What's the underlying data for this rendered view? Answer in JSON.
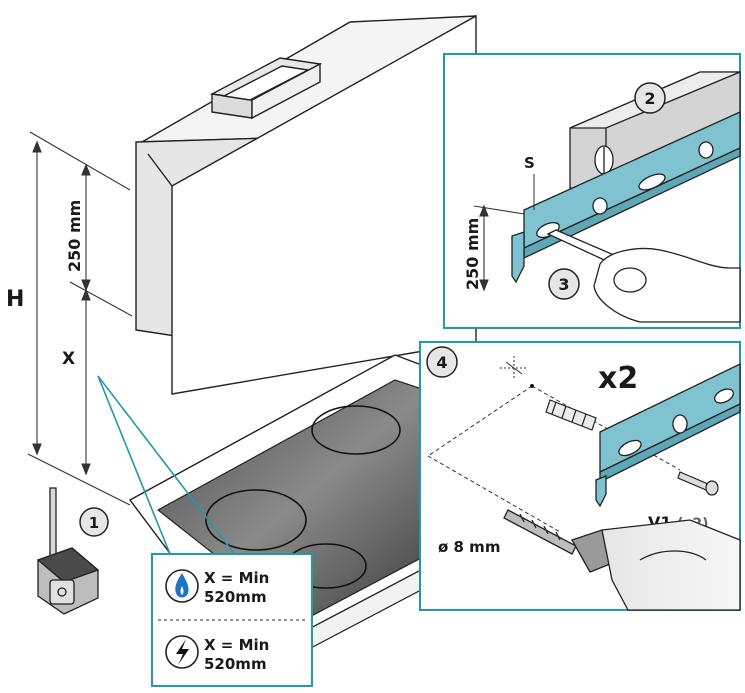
{
  "dimensions": {
    "height_label": "H",
    "x_label": "X",
    "hood_gap": "250 mm",
    "detail_gap": "250 mm",
    "s_label": "S"
  },
  "steps": {
    "s1": "1",
    "s2": "2",
    "s3": "3",
    "s4": "4"
  },
  "detail_four": {
    "multiplier": "x2",
    "screw_label": "V1",
    "screw_qty": "(x2)",
    "drill_diameter": "ø 8 mm"
  },
  "clearance": {
    "gas_line1": "X = Min",
    "gas_line2": "520mm",
    "electric_line1": "X = Min",
    "electric_line2": "520mm"
  },
  "colors": {
    "accent": "#1f9aa6",
    "bracket": "#7fc2d0",
    "flame": "#1e73c8"
  },
  "icons": [
    "tape-measure-icon",
    "spirit-level-icon",
    "pencil-icon",
    "drill-icon",
    "wall-plug-icon",
    "screw-icon",
    "gas-flame-icon",
    "lightning-icon"
  ]
}
